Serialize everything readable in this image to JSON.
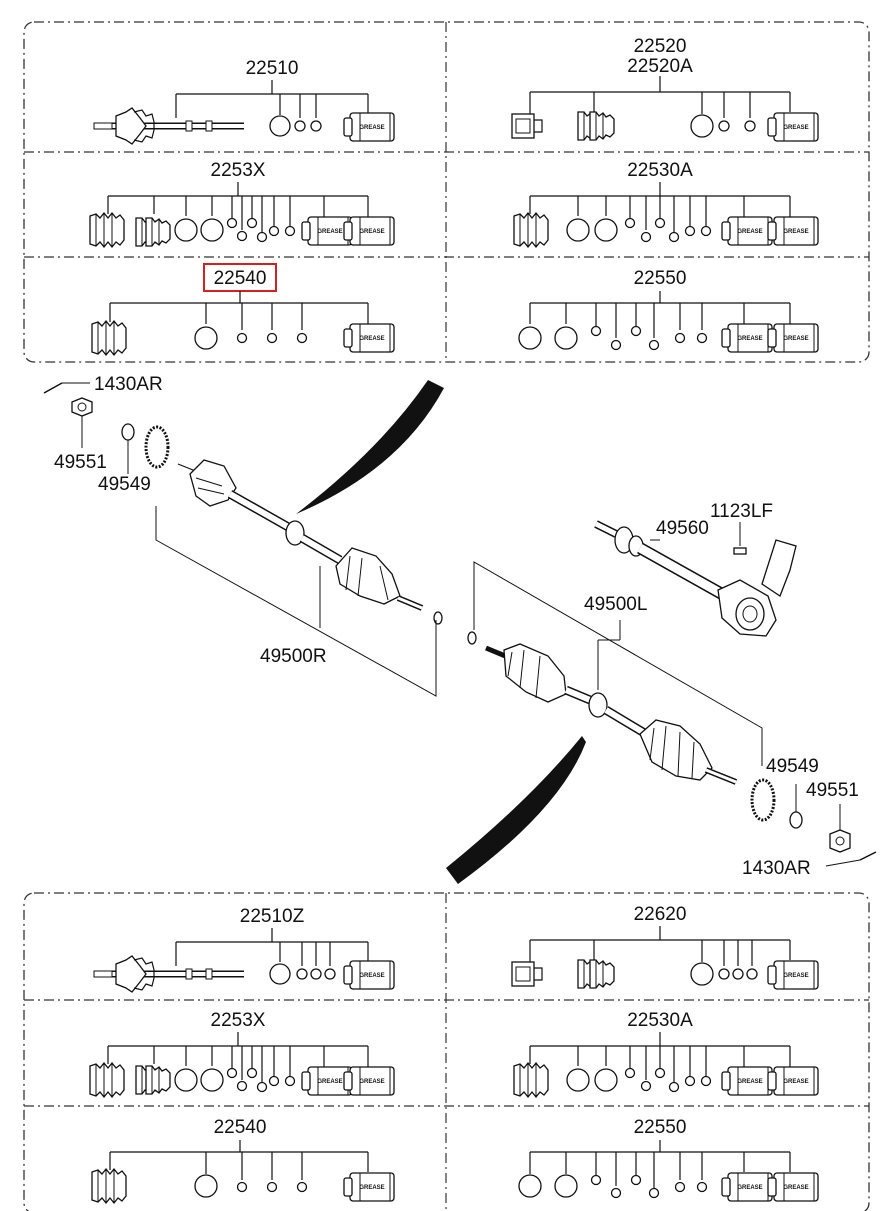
{
  "labels": {
    "grease": "GREASE",
    "p_22510": "22510",
    "p_22520": "22520",
    "p_22520A": "22520A",
    "p_2253X": "2253X",
    "p_22530A": "22530A",
    "p_22540": "22540",
    "p_22550": "22550",
    "p_22510Z": "22510Z",
    "p_22620": "22620",
    "p_1430AR": "1430AR",
    "p_49551": "49551",
    "p_49549": "49549",
    "p_49500R": "49500R",
    "p_49500L": "49500L",
    "p_49560": "49560",
    "p_1123LF": "1123LF"
  },
  "highlight": {
    "part": "22540",
    "color": "#d62020"
  },
  "colors": {
    "line": "#111111",
    "frame": "#333333",
    "background": "#ffffff"
  }
}
